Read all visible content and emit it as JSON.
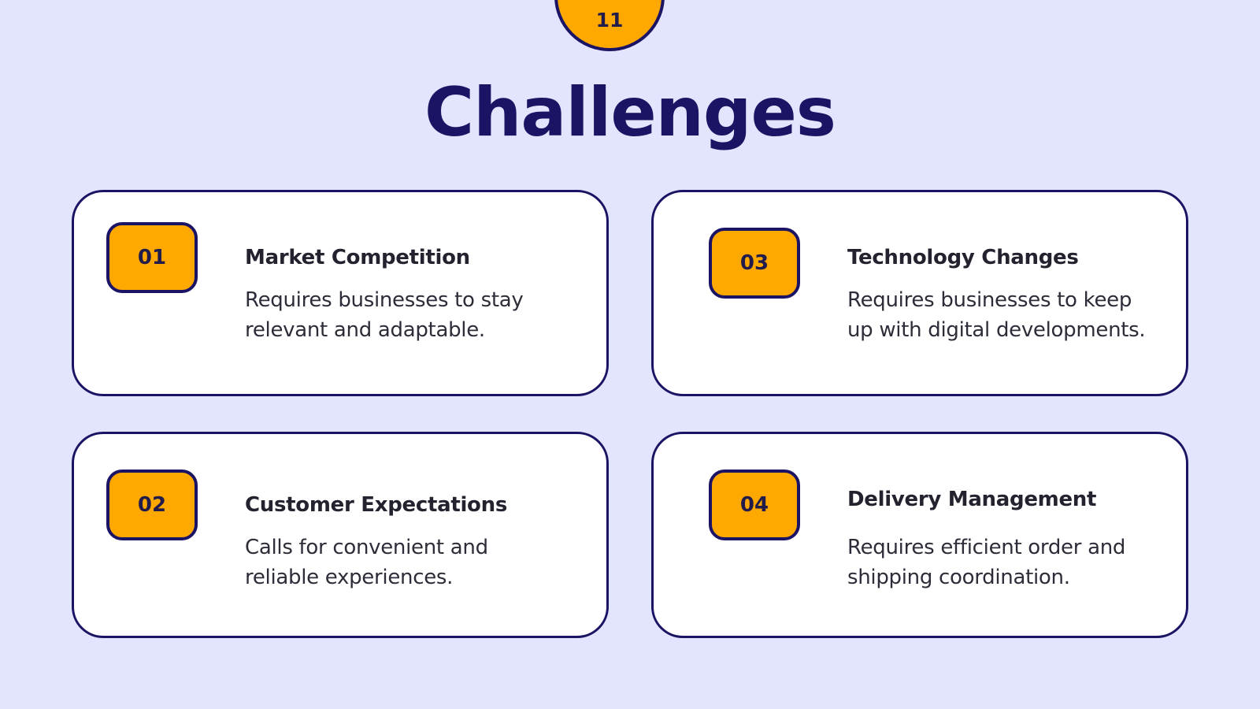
{
  "slide": {
    "page_number": "11",
    "title": "Challenges"
  },
  "cards": [
    {
      "number": "01",
      "heading": "Market Competition",
      "description": "Requires businesses to stay relevant and adaptable."
    },
    {
      "number": "02",
      "heading": "Customer Expectations",
      "description": "Calls for convenient and reliable experiences."
    },
    {
      "number": "03",
      "heading": "Technology Changes",
      "description": "Requires businesses to keep up with digital developments."
    },
    {
      "number": "04",
      "heading": "Delivery Management",
      "description": "Requires efficient order and shipping coordination."
    }
  ],
  "colors": {
    "background": "#e3e4fd",
    "accent": "#ffa800",
    "primary": "#1b1464",
    "card_background": "#ffffff"
  }
}
